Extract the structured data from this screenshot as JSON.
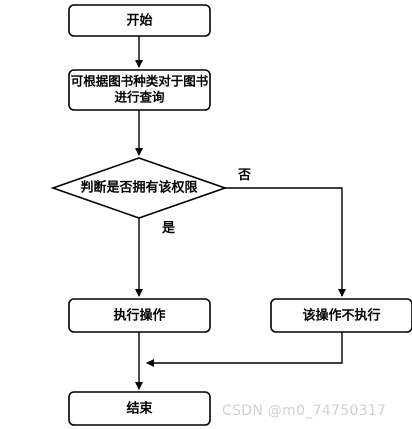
{
  "nodes": {
    "start": "开始",
    "query_line1": "可根据图书种类对于图书",
    "query_line2": "进行查询",
    "decision": "判断是否拥有该权限",
    "execute": "执行操作",
    "not_execute": "该操作不执行",
    "end": "结束"
  },
  "edge_labels": {
    "no": "否",
    "yes": "是"
  },
  "watermark": "CSDN @m0_74750317"
}
